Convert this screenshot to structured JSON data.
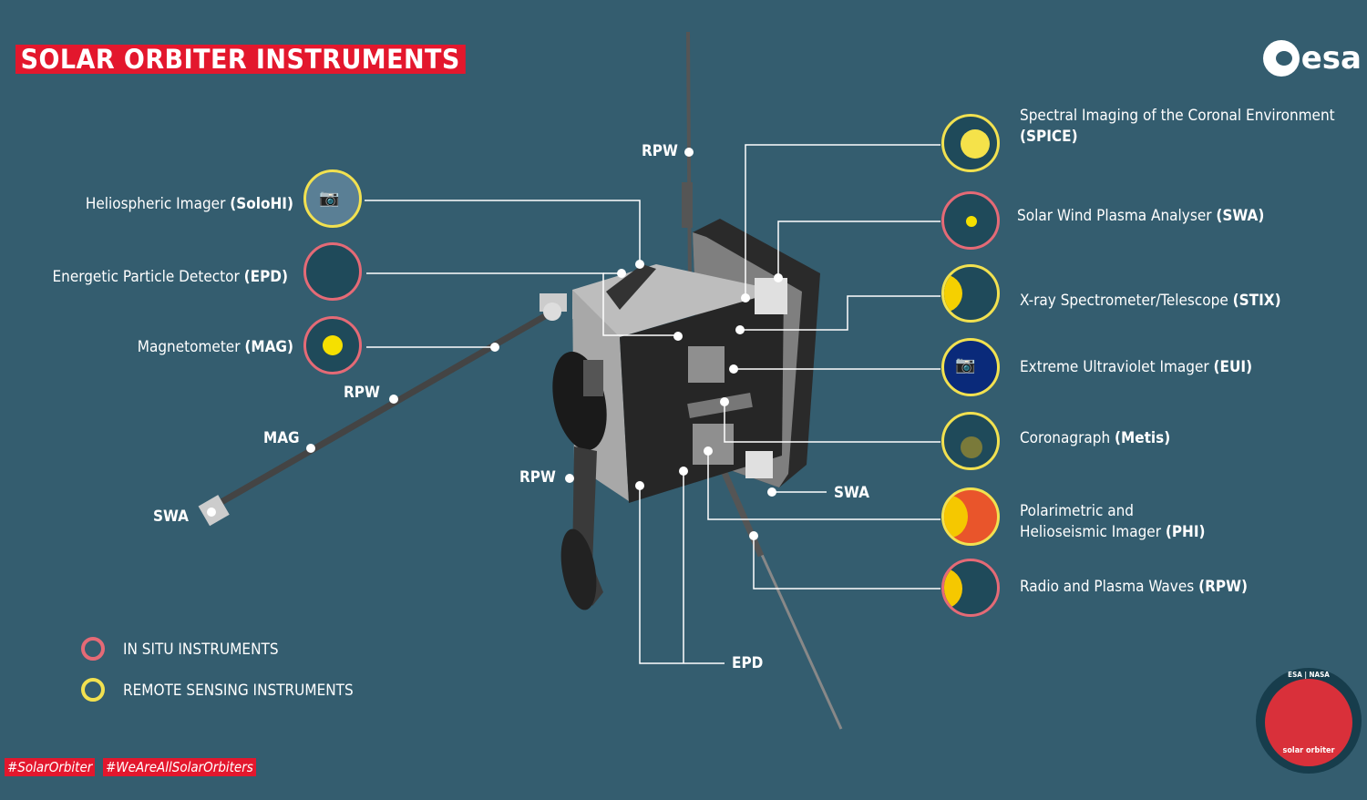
{
  "title": "SOLAR ORBITER INSTRUMENTS",
  "logo": "esa",
  "instruments_left": [
    {
      "name": "Heliospheric Imager",
      "abbr": "SoloHI",
      "type": "remote"
    },
    {
      "name": "Energetic Particle Detector",
      "abbr": "EPD",
      "type": "in-situ"
    },
    {
      "name": "Magnetometer",
      "abbr": "MAG",
      "type": "in-situ"
    }
  ],
  "instruments_right": [
    {
      "name": "Spectral Imaging of the Coronal Environment",
      "abbr": "SPICE",
      "type": "remote"
    },
    {
      "name": "Solar Wind Plasma Analyser",
      "abbr": "SWA",
      "type": "in-situ"
    },
    {
      "name": "X-ray Spectrometer/Telescope",
      "abbr": "STIX",
      "type": "remote"
    },
    {
      "name": "Extreme Ultraviolet Imager",
      "abbr": "EUI",
      "type": "remote"
    },
    {
      "name": "Coronagraph",
      "abbr": "Metis",
      "type": "remote"
    },
    {
      "name": "Polarimetric and",
      "name2": "Helioseismic Imager",
      "abbr": "PHI",
      "type": "remote"
    },
    {
      "name": "Radio and Plasma Waves",
      "abbr": "RPW",
      "type": "in-situ"
    }
  ],
  "tags": {
    "rpw_top": "RPW",
    "rpw_boom": "RPW",
    "mag_boom": "MAG",
    "swa_boom": "SWA",
    "rpw_low": "RPW",
    "swa_low": "SWA",
    "epd_low": "EPD"
  },
  "legend": {
    "in_situ": "IN SITU INSTRUMENTS",
    "remote": "REMOTE SENSING INSTRUMENTS"
  },
  "hashtags": [
    "#SolarOrbiter",
    "#WeAreAllSolarOrbiters"
  ],
  "badge": {
    "top": "ESA | NASA",
    "bottom": "solar orbiter"
  },
  "colors": {
    "background": "#345d6f",
    "accent": "#e3172d",
    "in_situ": "#e56a76",
    "remote": "#f2e150"
  }
}
